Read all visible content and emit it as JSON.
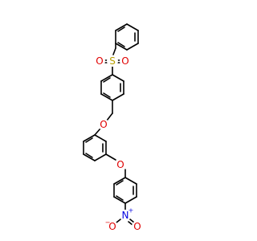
{
  "atoms": {
    "sulfur": {
      "symbol": "S",
      "color": "#b8a000"
    },
    "sulfonyl_oxygen_left": {
      "symbol": "O",
      "color": "#e00000"
    },
    "sulfonyl_oxygen_right": {
      "symbol": "O",
      "color": "#e00000"
    },
    "ether_oxygen_benzyl": {
      "symbol": "O",
      "color": "#e00000"
    },
    "ether_oxygen_aryl": {
      "symbol": "O",
      "color": "#e00000"
    },
    "nitro_nitrogen": {
      "symbol": "N",
      "charge": "+",
      "color": "#0000e0"
    },
    "nitro_oxygen_left": {
      "symbol": "O",
      "charge": "−",
      "color": "#e00000"
    },
    "nitro_oxygen_right": {
      "symbol": "O",
      "color": "#e00000"
    }
  },
  "bond_color": "#000000"
}
